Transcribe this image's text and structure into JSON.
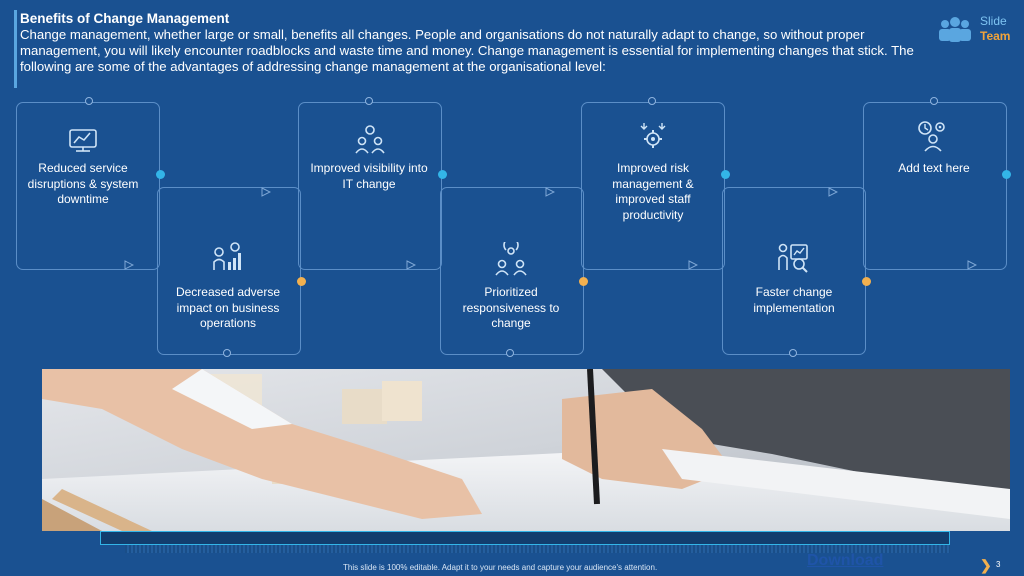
{
  "slide": {
    "title": "Benefits of Change Management",
    "intro": "Change management, whether large or small, benefits all changes. People and organisations do not naturally adapt to change, so without proper management, you will likely encounter roadblocks and waste time and money. Change management is essential for implementing changes that stick. The following are some of the advantages of addressing change management at the organisational level:"
  },
  "logo": {
    "line1": "Slide",
    "line2": "Team"
  },
  "cards": [
    {
      "label": "Reduced service disruptions & system downtime",
      "icon": "monitor-chart-icon"
    },
    {
      "label": "Decreased adverse impact on business operations",
      "icon": "growth-chart-icon"
    },
    {
      "label": "Improved visibility into IT change",
      "icon": "team-icon"
    },
    {
      "label": "Prioritized responsiveness to change",
      "icon": "team-cycle-icon"
    },
    {
      "label": "Improved risk management & improved staff productivity",
      "icon": "gear-arrows-icon"
    },
    {
      "label": "Faster change implementation",
      "icon": "analysis-icon"
    },
    {
      "label": "Add text here",
      "icon": "clock-gear-icon"
    }
  ],
  "footer": {
    "note": "This slide is 100% editable. Adapt it to your needs and capture your audience's attention.",
    "download": "Download",
    "page": "3"
  },
  "colors": {
    "background": "#1a5191",
    "accent_cyan": "#33b5e8",
    "accent_orange": "#f2b04f",
    "card_border": "#5b8ec7"
  }
}
